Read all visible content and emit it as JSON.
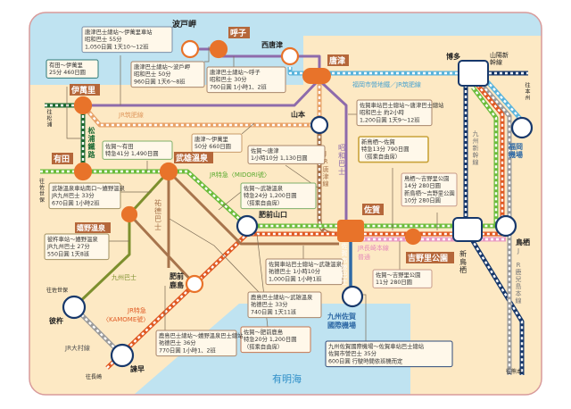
{
  "colors": {
    "sea": "#bfe3f1",
    "land": "#fde9c4",
    "frame": "#d89a9a",
    "orange_station": "#e8732a",
    "label_bg": "#b5673a",
    "showa_bus": "#8e6bab",
    "subway_chikuhi": "#5ab4dc",
    "shinkansen": "#17386b",
    "kagoshima_line": "#9b9b9b",
    "midori": "#6cbc3c",
    "kamome": "#e05a24",
    "chikuhi": "#e8a36a",
    "matsuura": "#1f6b35",
    "kyushu_bus": "#7d8f2e",
    "yutoku_bus": "#a7744c",
    "nagasaki_local": "#e99ac4",
    "saga_city_bus": "#2f6aa6"
  },
  "stations": {
    "hadomisaki": "波戸岬",
    "yobuko": "呼子",
    "nishikaratsu": "西唐津",
    "karatsu": "唐津",
    "yamamoto": "山本",
    "imari": "伊萬里",
    "arita": "有田",
    "takeo": "武雄溫泉",
    "ureshino": "嬉野溫泉",
    "hizenyamaguchi": "肥前山口",
    "saga": "佐賀",
    "yoshinogari": "吉野里公園",
    "shintosu": "新鳥栖",
    "tosu": "鳥栖",
    "hakata": "博多",
    "fukuoka_airport": "福岡機場",
    "saga_airport": "九州佐賀國際機場",
    "hizenkashima": "肥前鹿島",
    "sonogi": "彼杵",
    "isahaya": "諫早"
  },
  "line_labels": {
    "sanyo": "山陽新幹線",
    "to_honshu": "往本州",
    "kyushu_shinkansen": "九州新幹線",
    "kagoshima": "JR鹿兒島本線",
    "to_kumamoto": "往熊本",
    "subway": "福岡市營地鐵／JR筑肥線",
    "chikuhi": "JR筑肥線",
    "karatsu_line": "JR唐津線",
    "showa_bus": "昭和巴士",
    "matsuura": "松浦鐵路",
    "to_matsuura": "往松浦",
    "to_sasebo_1": "往佐世保",
    "midori": "JR特急〈MIDORI號〉",
    "yutoku": "祐德巴士",
    "kyushu_bus": "九州巴士",
    "to_sasebo_2": "往佐世保",
    "omura": "JR大村線",
    "to_nagasaki": "往長崎",
    "kamome_1": "JR特急",
    "kamome_2": "〈KAMOME號〉",
    "saga_city_bus": "佐賀市營巴士",
    "nagasaki_1": "JR長崎本線",
    "nagasaki_2": "普通",
    "sea": "有明海"
  },
  "info_boxes": [
    {
      "id": "b1",
      "lines": [
        "唐津巴士總站～伊萬里車站",
        "昭和巴士  55分",
        "1,050日圓  1天10～12班"
      ]
    },
    {
      "id": "b2",
      "lines": [
        "有田～伊萬里",
        "25分  460日圓"
      ]
    },
    {
      "id": "b3",
      "lines": [
        "唐津巴士總站～波戶岬",
        "昭和巴士  50分",
        "960日圓  1天6～8班"
      ]
    },
    {
      "id": "b4",
      "lines": [
        "唐津巴士總站～呼子",
        "昭和巴士  30分",
        "760日圓  1小時1、2班"
      ]
    },
    {
      "id": "b5",
      "lines": [
        "唐津～伊萬里",
        "50分  660日圓"
      ]
    },
    {
      "id": "b6",
      "lines": [
        "佐賀～唐津",
        "1小時10分 1,130日圓"
      ]
    },
    {
      "id": "b7",
      "lines": [
        "佐賀～有田",
        "特急41分  1,490日圓"
      ]
    },
    {
      "id": "b8",
      "lines": [
        "武雄溫泉車站南口～嬉野溫泉",
        "JR九州巴士  33分",
        "670日圓  1小時2班"
      ]
    },
    {
      "id": "b9",
      "lines": [
        "佐賀～武雄溫泉",
        "特急24分  1,200日圓",
        "（搭乘自由席）"
      ]
    },
    {
      "id": "b10",
      "lines": [
        "彼杵車站～嬉野溫泉",
        "JR九州巴士  27分",
        "550日圓  1天8班"
      ]
    },
    {
      "id": "b11",
      "lines": [
        "佐賀車站巴士總站～武雄溫泉",
        "祐德巴士  1小時10分",
        "1,000日圓  1小時1班"
      ]
    },
    {
      "id": "b12",
      "lines": [
        "鹿島巴士總站～武雄溫泉",
        "祐德巴士  33分",
        "740日圓  1天11班"
      ]
    },
    {
      "id": "b13",
      "lines": [
        "佐賀～肥前鹿島",
        "特急20分  1,200日圓",
        "（搭乘自由席）"
      ]
    },
    {
      "id": "b14",
      "lines": [
        "鹿島巴士總站～嬉野溫泉巴士總站",
        "祐德巴士  36分",
        "770日圓  1小時1、2班"
      ]
    },
    {
      "id": "b15",
      "lines": [
        "佐賀車站巴士總站～唐津巴士總站",
        "昭和巴士  約2小時",
        "1,200日圓  1天9～12班"
      ]
    },
    {
      "id": "b16",
      "lines": [
        "新鳥栖～佐賀",
        "特急13分  790日圓",
        "（搭乘自由席）"
      ]
    },
    {
      "id": "b17",
      "lines": [
        "鳥栖～吉野里公園",
        "14分  280日圓",
        "新鳥栖～吉野里公園",
        "10分  280日圓"
      ]
    },
    {
      "id": "b18",
      "lines": [
        "佐賀～吉野里公園",
        "11分  280日圓"
      ]
    },
    {
      "id": "b19",
      "lines": [
        "九州佐賀國際機場～佐賀車站巴士總站",
        "佐賀市營巴士  35分",
        "600日圓  行駛時間依班機而定"
      ]
    }
  ]
}
